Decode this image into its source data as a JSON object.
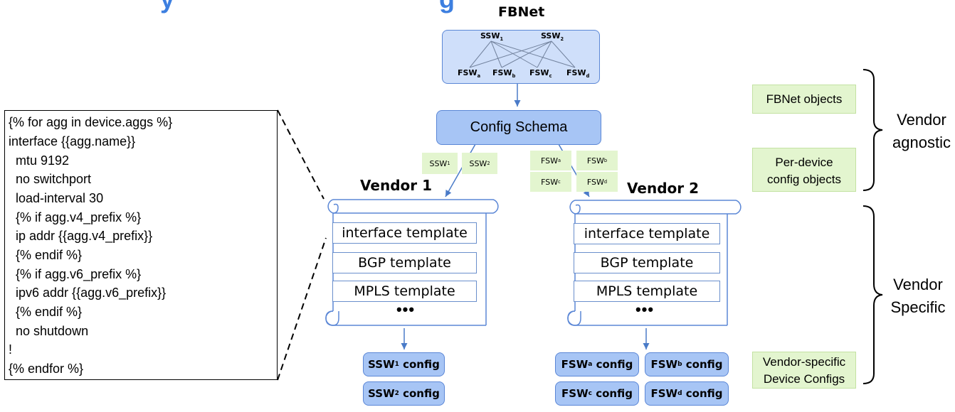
{
  "heading": {
    "fragment": "y",
    "fragment2": "g"
  },
  "fbnet": {
    "title": "FBNet",
    "top_nodes": [
      {
        "base": "SSW",
        "sub": "1"
      },
      {
        "base": "SSW",
        "sub": "2"
      }
    ],
    "bottom_nodes": [
      {
        "base": "FSW",
        "sub": "a"
      },
      {
        "base": "FSW",
        "sub": "b"
      },
      {
        "base": "FSW",
        "sub": "c"
      },
      {
        "base": "FSW",
        "sub": "d"
      }
    ]
  },
  "config_schema": "Config Schema",
  "ssw_tags": [
    {
      "base": "SSW",
      "sub": "1"
    },
    {
      "base": "SSW",
      "sub": "2"
    }
  ],
  "fsw_tags": [
    {
      "base": "FSW",
      "sub": "a"
    },
    {
      "base": "FSW",
      "sub": "b"
    },
    {
      "base": "FSW",
      "sub": "c"
    },
    {
      "base": "FSW",
      "sub": "d"
    }
  ],
  "vendor1": {
    "title": "Vendor 1",
    "templates": [
      "interface template",
      "BGP template",
      "MPLS template"
    ],
    "more": "•••",
    "configs": [
      {
        "base": "SSW",
        "sub": "1",
        "suffix": " config"
      },
      {
        "base": "SSW",
        "sub": "2",
        "suffix": " config"
      }
    ]
  },
  "vendor2": {
    "title": "Vendor 2",
    "templates": [
      "interface template",
      "BGP template",
      "MPLS template"
    ],
    "more": "•••",
    "configs": [
      {
        "base": "FSW",
        "sub": "a",
        "suffix": " config"
      },
      {
        "base": "FSW",
        "sub": "b",
        "suffix": " config"
      },
      {
        "base": "FSW",
        "sub": "c",
        "suffix": " config"
      },
      {
        "base": "FSW",
        "sub": "d",
        "suffix": " config"
      }
    ]
  },
  "legend": {
    "fbnet_objects": "FBNet objects",
    "per_device": [
      "Per-device",
      "config objects"
    ],
    "vendor_specific_configs": [
      "Vendor-specific",
      "Device Configs"
    ]
  },
  "braces": {
    "vendor_agnostic": [
      "Vendor",
      "agnostic"
    ],
    "vendor_specific": [
      "Vendor",
      "Specific"
    ]
  },
  "code": [
    "{% for agg in device.aggs %}",
    "interface {{agg.name}}",
    "  mtu 9192",
    "  no switchport",
    "  load-interval 30",
    "  {% if agg.v4_prefix %}",
    "  ip addr {{agg.v4_prefix}}",
    "  {% endif %}",
    "  {% if agg.v6_prefix %}",
    "  ipv6 addr {{agg.v6_prefix}}",
    "  {% endif %}",
    "  no shutdown",
    "!",
    "{% endfor %}"
  ],
  "colors": {
    "node_fill": "#a7c5f5",
    "node_border": "#5b87d6",
    "tag_fill": "#e3f5cf",
    "heading_blue": "#3d7fe0"
  }
}
